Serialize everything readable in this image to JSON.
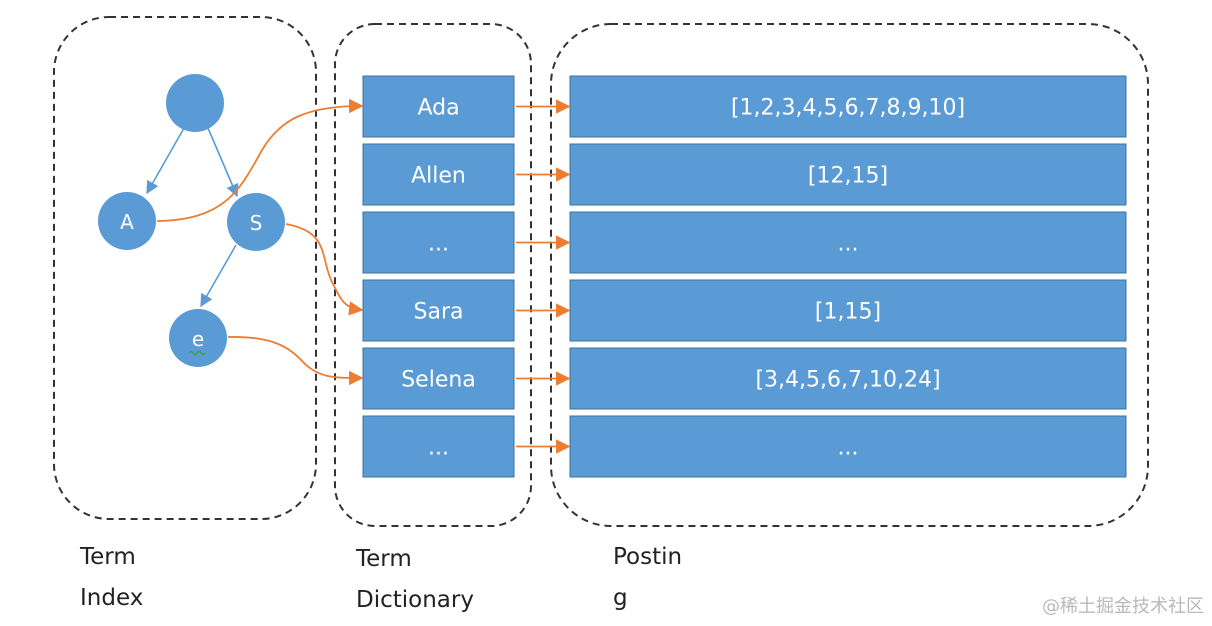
{
  "colors": {
    "box_fill": "#5b9bd5",
    "box_stroke": "#41719c",
    "node_fill": "#5b9bd5",
    "tree_edge": "#5b9bd5",
    "link_arrow": "#ed7d31",
    "group_border": "#333333"
  },
  "term_index": {
    "nodes": [
      {
        "id": "root",
        "label": ""
      },
      {
        "id": "A",
        "label": "A"
      },
      {
        "id": "S",
        "label": "S"
      },
      {
        "id": "e",
        "label": "e"
      }
    ],
    "caption_line1": "Term",
    "caption_line2": "Index"
  },
  "term_dictionary": {
    "terms": [
      "Ada",
      "Allen",
      "...",
      "Sara",
      "Selena",
      "..."
    ],
    "caption_line1": "Term",
    "caption_line2": "Dictionary"
  },
  "posting": {
    "lists": [
      "[1,2,3,4,5,6,7,8,9,10]",
      "[12,15]",
      "...",
      "[1,15]",
      "[3,4,5,6,7,10,24]",
      "..."
    ],
    "caption_line1": "Postin",
    "caption_line2": "g"
  },
  "watermark": "@稀土掘金技术社区"
}
